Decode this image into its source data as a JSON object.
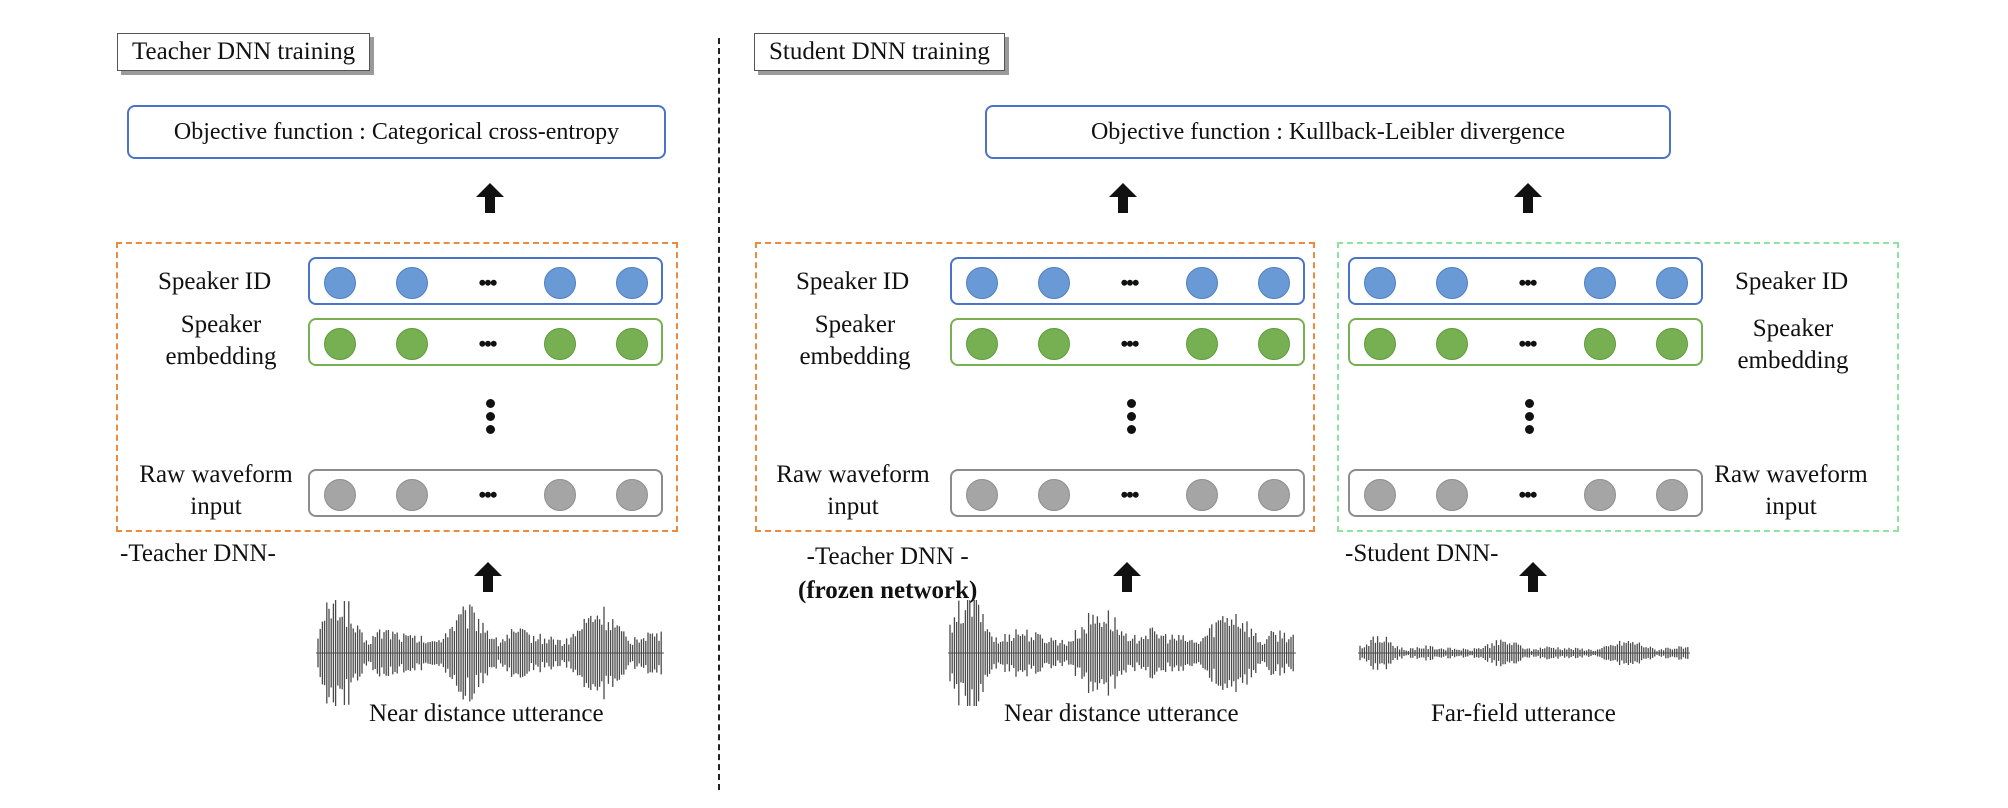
{
  "teacher_panel": {
    "title": "Teacher DNN training",
    "objective": "Objective function : Categorical cross-entropy",
    "layer_labels": {
      "speaker_id": "Speaker ID",
      "embedding_line1": "Speaker",
      "embedding_line2": "embedding",
      "input_line1": "Raw waveform",
      "input_line2": "input"
    },
    "network_label": "-Teacher DNN-",
    "utterance_label": "Near distance utterance"
  },
  "student_panel": {
    "title": "Student DNN training",
    "objective": "Objective function : Kullback-Leibler divergence",
    "teacher": {
      "layer_labels": {
        "speaker_id": "Speaker ID",
        "embedding_line1": "Speaker",
        "embedding_line2": "embedding",
        "input_line1": "Raw waveform",
        "input_line2": "input"
      },
      "network_label_line1": "-Teacher DNN -",
      "network_label_line2": "(frozen network)",
      "utterance_label": "Near distance utterance"
    },
    "student": {
      "layer_labels": {
        "speaker_id": "Speaker ID",
        "embedding_line1": "Speaker",
        "embedding_line2": "embedding",
        "input_line1": "Raw waveform",
        "input_line2": "input"
      },
      "network_label": "-Student DNN-",
      "utterance_label": "Far-field utterance"
    }
  },
  "colors": {
    "speaker_id_nodes": "#6a9ad6",
    "embedding_nodes": "#77b052",
    "input_nodes": "#a5a5a5",
    "teacher_region": "#ec8a3e",
    "student_region": "#8fe3a0",
    "objective_border": "#4a73c9"
  },
  "icons": {
    "arrow": "up-arrow-icon",
    "waveform": "waveform-icon",
    "ellipsis": "ellipsis-icon"
  }
}
